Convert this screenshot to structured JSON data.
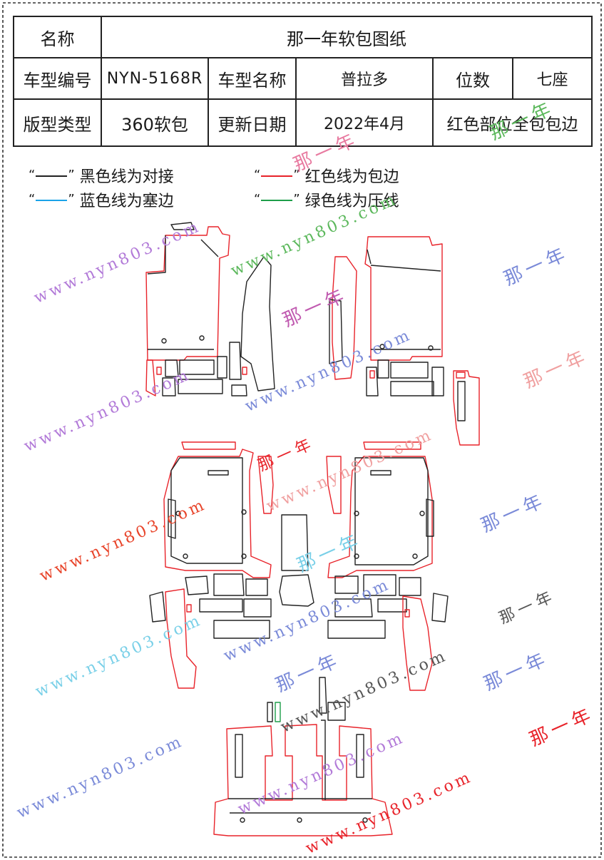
{
  "spec": {
    "name_label": "名称",
    "name_value": "那一年软包图纸",
    "code_label": "车型编号",
    "code_value": "NYN-5168R",
    "model_label": "车型名称",
    "model_value": "普拉多",
    "seats_label": "位数",
    "seats_value": "七座",
    "type_label": "版型类型",
    "type_value": "360软包",
    "date_label": "更新日期",
    "date_value": "2022年4月",
    "note_value": "红色部位全包包边"
  },
  "legend": {
    "black": "黑色线为对接",
    "red": "红色线为包边",
    "blue": "蓝色线为塞边",
    "green": "绿色线为压线",
    "open_quote": "“",
    "close_quote": "”"
  },
  "colors": {
    "black": "#222222",
    "red": "#e8232a",
    "blue": "#1aa3e8",
    "green": "#1e9e4a"
  },
  "watermarks": {
    "url": "www.nyn803.com",
    "brand": "那一年"
  }
}
